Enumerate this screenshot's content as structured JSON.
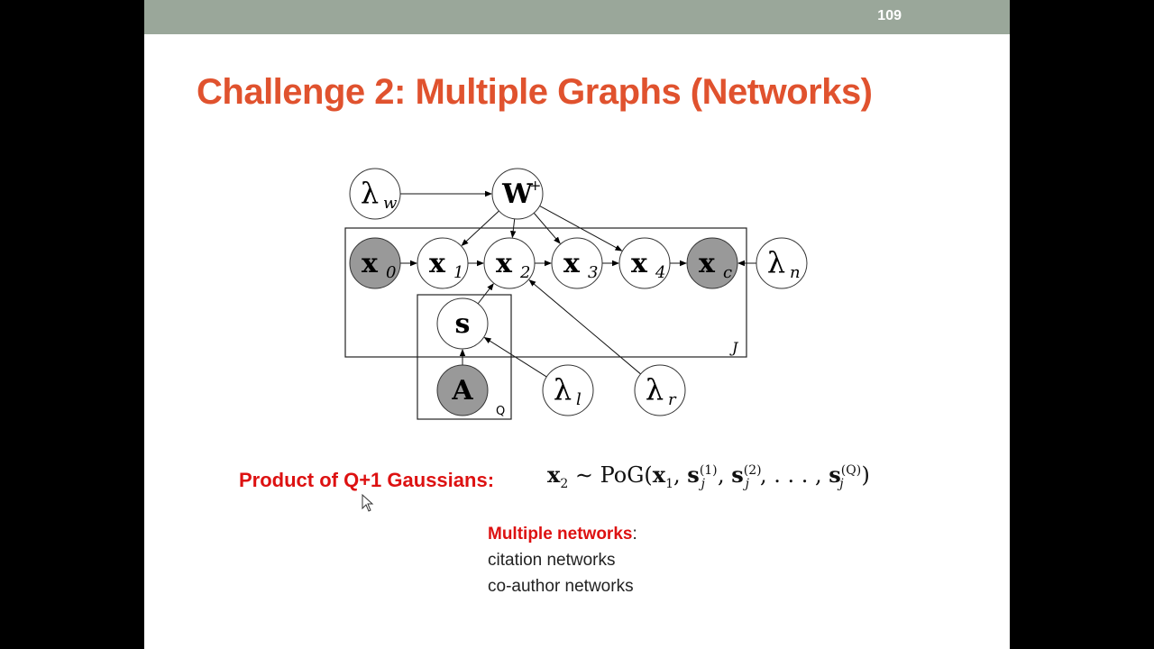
{
  "slide": {
    "number": "109",
    "title": "Challenge 2: Multiple Graphs (Networks)"
  },
  "diagram": {
    "nodes": [
      {
        "id": "lambda_w",
        "label": "λ",
        "sub": "w",
        "shaded": false
      },
      {
        "id": "W_plus",
        "label": "W",
        "sup": "+",
        "shaded": false
      },
      {
        "id": "x0",
        "label": "x",
        "sub": "0",
        "shaded": true
      },
      {
        "id": "x1",
        "label": "x",
        "sub": "1",
        "shaded": false
      },
      {
        "id": "x2",
        "label": "x",
        "sub": "2",
        "shaded": false
      },
      {
        "id": "x3",
        "label": "x",
        "sub": "3",
        "shaded": false
      },
      {
        "id": "x4",
        "label": "x",
        "sub": "4",
        "shaded": false
      },
      {
        "id": "xc",
        "label": "x",
        "sub": "c",
        "shaded": true
      },
      {
        "id": "lambda_n",
        "label": "λ",
        "sub": "n",
        "shaded": false
      },
      {
        "id": "s",
        "label": "s",
        "shaded": false
      },
      {
        "id": "A",
        "label": "A",
        "shaded": true
      },
      {
        "id": "lambda_l",
        "label": "λ",
        "sub": "l",
        "shaded": false
      },
      {
        "id": "lambda_r",
        "label": "λ",
        "sub": "r",
        "shaded": false
      }
    ],
    "plates": [
      {
        "id": "plate_J",
        "label": "J"
      },
      {
        "id": "plate_Q",
        "label": "Q"
      }
    ]
  },
  "pog": {
    "label": "Product of Q+1 Gaussians:",
    "formula": {
      "lhs": "x",
      "lhs_sub": "2",
      "tilde": "∼",
      "func": "PoG(",
      "arg1": "x",
      "arg1_sub": "1",
      "sep": ", ",
      "s": "s",
      "j": "j",
      "sup1": "(1)",
      "sup2": "(2)",
      "supQ": "(Q)",
      "dots": ", . . . , ",
      "close": ")"
    }
  },
  "networks": {
    "title": "Multiple networks",
    "colon": ":",
    "items": [
      "citation networks",
      "co-author networks"
    ]
  },
  "colors": {
    "title": "#e0522e",
    "highlight": "#dd1111",
    "topbar": "#9aa79a",
    "shaded_node": "#999999"
  }
}
